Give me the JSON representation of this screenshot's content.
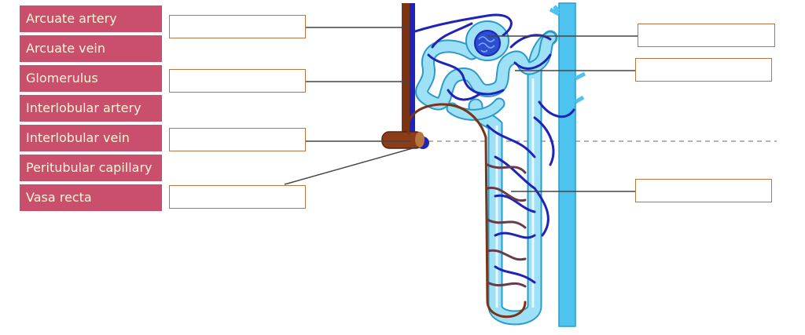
{
  "word_bank": {
    "labels": [
      "Arcuate artery",
      "Arcuate vein",
      "Glomerulus",
      "Interlobular artery",
      "Interlobular vein",
      "Peritubular capillary",
      "Vasa recta"
    ]
  },
  "drop_zones": {
    "count": 7,
    "filled_values": [
      "",
      "",
      "",
      "",
      "",
      "",
      ""
    ]
  },
  "colors": {
    "chip_background": "#c94f6c",
    "chip_text": "#fff6d6",
    "drop_border": "#b8753f",
    "vein": "#1f24b8",
    "artery": "#7a3414",
    "tubule": "#8fd6f2",
    "collecting_duct": "#4ec3ef"
  }
}
